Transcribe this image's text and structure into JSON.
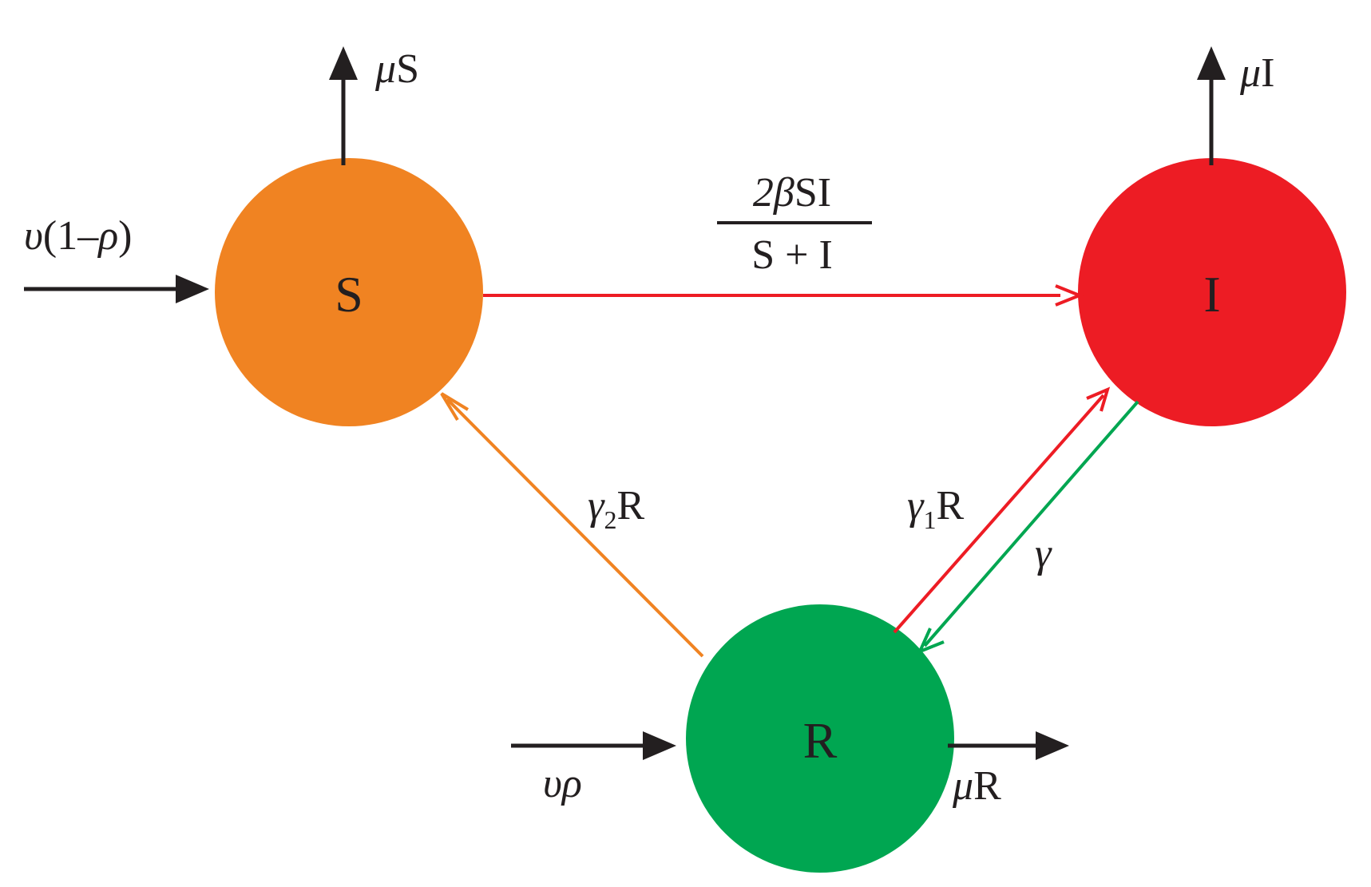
{
  "nodes": {
    "s": {
      "label": "S",
      "color": "#f08322"
    },
    "i": {
      "label": "I",
      "color": "#ed1c24"
    },
    "r": {
      "label": "R",
      "color": "#00a651"
    }
  },
  "rates": {
    "mu_s": {
      "greek": "μ",
      "text": "S"
    },
    "mu_i": {
      "greek": "μ",
      "text": "I"
    },
    "mu_r": {
      "greek": "μ",
      "text": "R"
    },
    "inflow_s": {
      "nu": "υ",
      "open": "(",
      "one": "1",
      "minus": "–",
      "rho": "ρ",
      "close": ")"
    },
    "inflow_r": {
      "nu": "υ",
      "rho": "ρ"
    },
    "infection": {
      "num_coef": "2",
      "num_beta": "β",
      "num_text": "SI",
      "den_text": "S + I"
    },
    "gamma2_r": {
      "greek": "γ",
      "sub": "2",
      "text": "R"
    },
    "gamma1_r": {
      "greek": "γ",
      "sub": "1",
      "text": "R"
    },
    "gamma": {
      "greek": "γ"
    }
  },
  "colors": {
    "arrow_black": "#231f20",
    "arrow_red": "#ed1c24",
    "arrow_orange": "#f08322",
    "arrow_green": "#00a651"
  }
}
